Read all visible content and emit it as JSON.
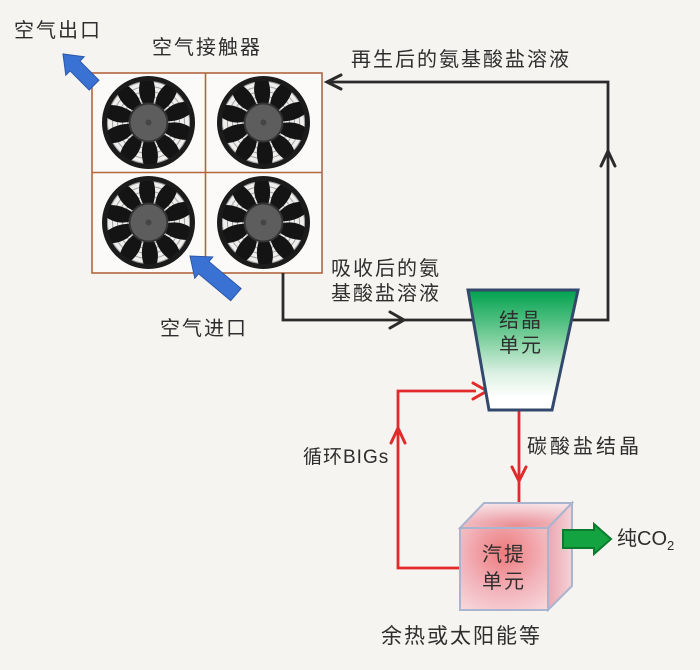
{
  "diagram": {
    "air_outlet": "空气出口",
    "air_contactor": "空气接触器",
    "regenerated_solution": "再生后的氨基酸盐溶液",
    "absorbed_solution": "吸收后的氨\n基酸盐溶液",
    "air_inlet": "空气进口",
    "crystallization_unit": "结晶\n单元",
    "recycle_bigs": "循环BIGs",
    "carbonate_crystals": "碳酸盐结晶",
    "stripping_unit": "汽提\n单元",
    "pure_co2": {
      "text": "纯CO",
      "subscript": "2"
    },
    "heat_source": "余热或太阳能等"
  },
  "colors": {
    "flow_line": "#2b2b2b",
    "hot_line": "#e02a2c",
    "air_arrow": "#3a72d4",
    "co2_arrow": "#13a441",
    "co2_arrow_border": "#0b7b2e",
    "frame": "#b2673f",
    "crystallizer_top": "#00a14e",
    "unit_border": "#33496b",
    "box_edge": "#a9b4cf",
    "text": "#2e2e2e"
  }
}
